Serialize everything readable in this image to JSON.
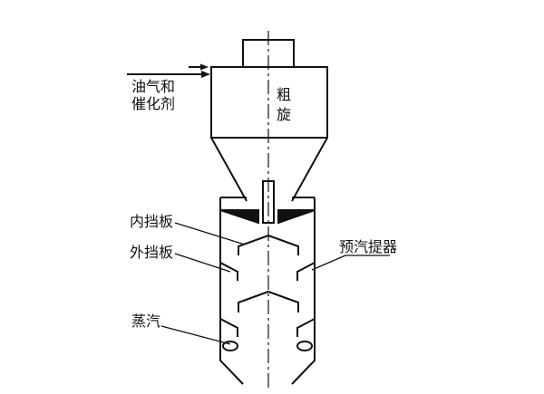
{
  "labels": {
    "inlet_line1": "油气和",
    "inlet_line2": "催化剂",
    "cyclone": "粗旋",
    "inner_baffle": "内挡板",
    "outer_baffle": "外挡板",
    "steam": "蒸汽",
    "stripper": "预汽提器"
  },
  "colors": {
    "line": "#111111",
    "background": "#ffffff"
  }
}
